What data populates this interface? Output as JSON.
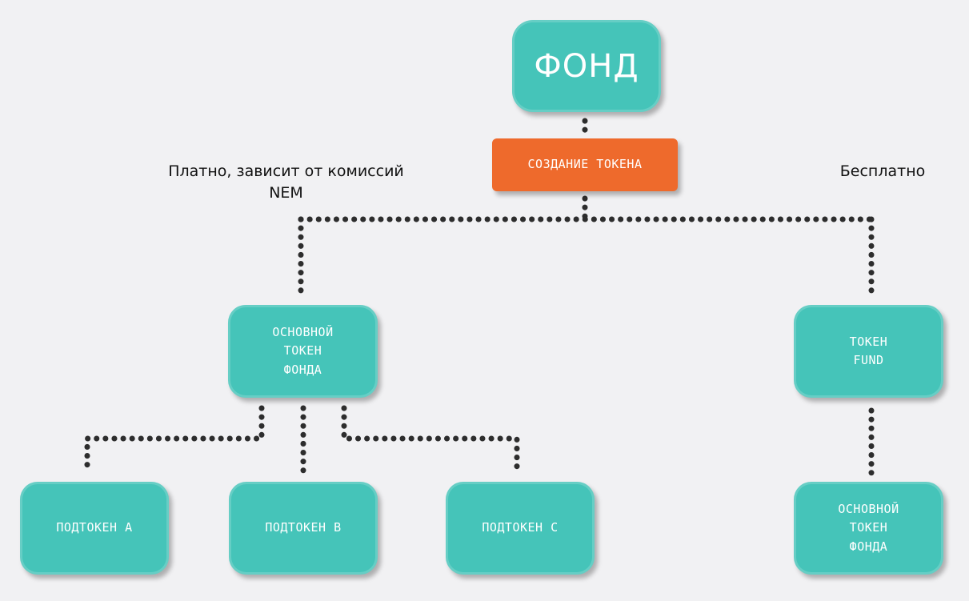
{
  "nodes": {
    "root": "ФОНД",
    "create_token": "СОЗДАНИЕ ТОКЕНА",
    "main_token": "ОСНОВНОЙ\nТОКЕН\nФОНДА",
    "fund_token": "ТОКЕН\nFUND",
    "subtoken_a": "ПОДТОКЕН А",
    "subtoken_b": "ПОДТОКЕН В",
    "subtoken_c": "ПОДТОКЕН С",
    "fund_main_token": "ОСНОВНОЙ\nТОКЕН\nФОНДА"
  },
  "labels": {
    "paid": "Платно, зависит от комиссий\nNEM",
    "free": "Бесплатно"
  },
  "colors": {
    "node_fill": "#45c4b9",
    "create_fill": "#ee6a2c",
    "connector": "#2d2d2d",
    "background": "#f1f1f3"
  }
}
